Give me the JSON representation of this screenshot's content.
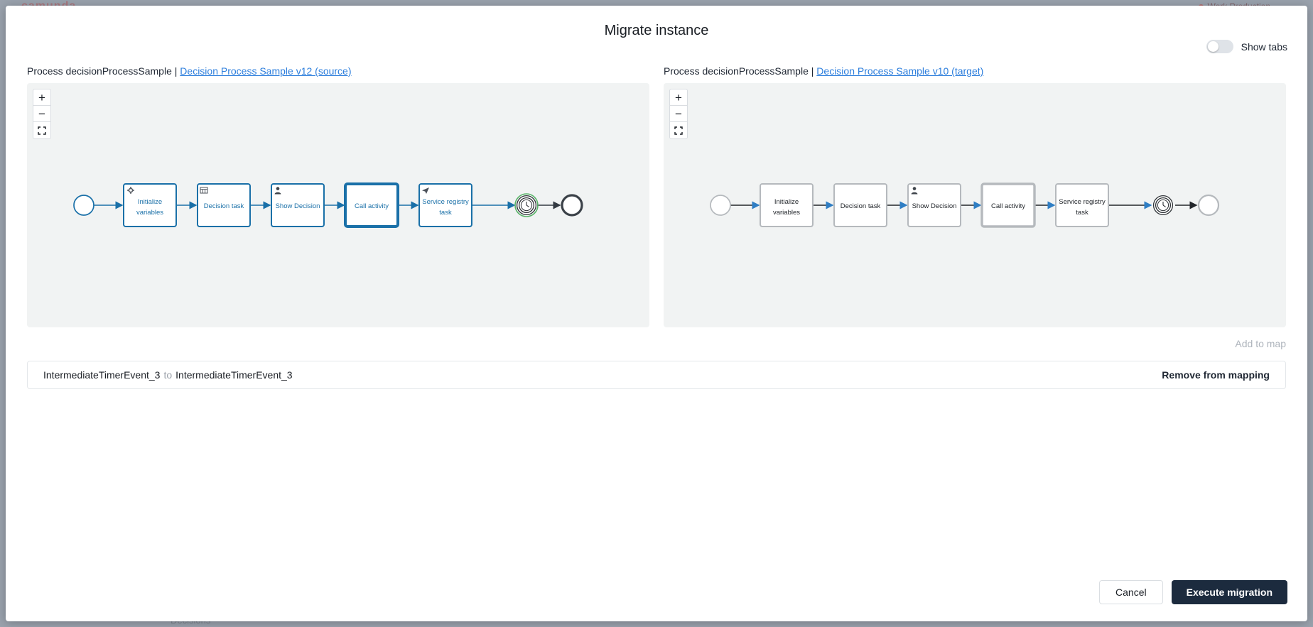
{
  "background": {
    "logo": "camunda",
    "env_label": "Work Production",
    "bottom_label": "Decisions"
  },
  "modal": {
    "title": "Migrate instance",
    "toggle": {
      "label": "Show tabs",
      "state": "off"
    }
  },
  "source_panel": {
    "prefix": "Process decisionProcessSample |",
    "link": "Decision Process Sample v12 (source)",
    "zoom_controls": [
      {
        "name": "zoom-in",
        "glyph": "+"
      },
      {
        "name": "zoom-out",
        "glyph": "−"
      },
      {
        "name": "reset-zoom",
        "glyph": "fit"
      }
    ],
    "accent": "#1a70a8",
    "elements": [
      {
        "type": "start-event",
        "label": ""
      },
      {
        "type": "script-task",
        "label": "Initialize variables",
        "icon": "gear-icon"
      },
      {
        "type": "business-rule-task",
        "label": "Decision task",
        "icon": "table-icon"
      },
      {
        "type": "user-task",
        "label": "Show Decision",
        "icon": "user-icon"
      },
      {
        "type": "call-activity",
        "label": "Call activity",
        "icon": ""
      },
      {
        "type": "send-task",
        "label": "Service registry task",
        "icon": "send-icon"
      },
      {
        "type": "intermediate-timer-event",
        "label": "",
        "icon": "clock-icon",
        "selected": true
      },
      {
        "type": "end-event",
        "label": ""
      }
    ]
  },
  "target_panel": {
    "prefix": "Process decisionProcessSample |",
    "link": "Decision Process Sample v10 (target)",
    "zoom_controls": [
      {
        "name": "zoom-in",
        "glyph": "+"
      },
      {
        "name": "zoom-out",
        "glyph": "−"
      },
      {
        "name": "reset-zoom",
        "glyph": "fit"
      }
    ],
    "accent": "#b5b9bd",
    "elements": [
      {
        "type": "start-event",
        "label": ""
      },
      {
        "type": "script-task",
        "label": "Initialize variables",
        "icon": ""
      },
      {
        "type": "business-rule-task",
        "label": "Decision task",
        "icon": ""
      },
      {
        "type": "user-task",
        "label": "Show Decision",
        "icon": "user-icon"
      },
      {
        "type": "call-activity",
        "label": "Call activity",
        "icon": ""
      },
      {
        "type": "send-task",
        "label": "Service registry task",
        "icon": ""
      },
      {
        "type": "intermediate-timer-event",
        "label": "",
        "icon": "clock-icon"
      },
      {
        "type": "end-event",
        "label": ""
      }
    ]
  },
  "mapping": {
    "add_to_map_label": "Add to map",
    "add_to_map_enabled": false,
    "rows": [
      {
        "source": "IntermediateTimerEvent_3",
        "separator": "to",
        "target": "IntermediateTimerEvent_3",
        "remove_label": "Remove from mapping"
      }
    ]
  },
  "footer": {
    "cancel_label": "Cancel",
    "execute_label": "Execute migration"
  }
}
